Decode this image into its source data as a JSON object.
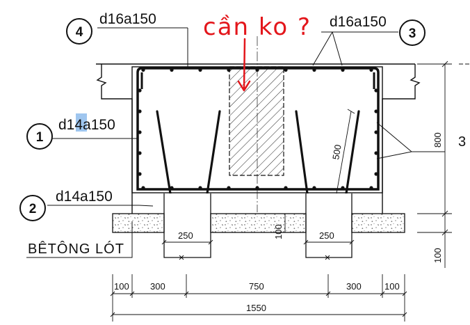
{
  "callouts": {
    "c1": {
      "num": "1",
      "text": "d14a150"
    },
    "c2": {
      "num": "2",
      "text": "d14a150"
    },
    "c3": {
      "num": "3",
      "text": "d16a150"
    },
    "c4": {
      "num": "4",
      "text": "d16a150"
    }
  },
  "annotation": "cần ko ?",
  "lean_concrete_label": "BÊTÔNG LÓT",
  "dims": {
    "bottom": [
      "100",
      "300",
      "750",
      "300",
      "100"
    ],
    "total": "1550",
    "pile_left": "250",
    "pile_right": "250",
    "lean_thk": "100",
    "height": "800",
    "right_lower": "100",
    "diag": "500",
    "edge_cut": "3"
  },
  "colors": {
    "ink": "#111111",
    "annotation": "#e3161b",
    "highlight": "#9fc6ef"
  }
}
